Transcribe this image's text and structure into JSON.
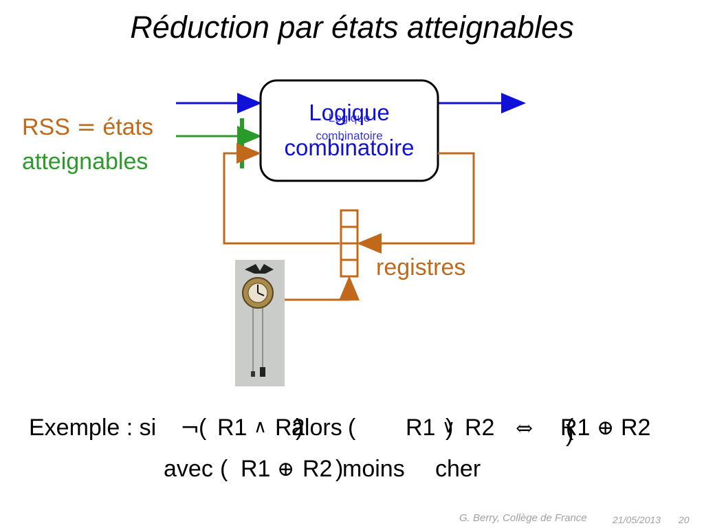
{
  "title": "Réduction par états atteignables",
  "rss_label": {
    "prefix": "RSS",
    "equals": "=",
    "line1_rest": "états",
    "line2": "atteignables"
  },
  "logic_block": {
    "line1": "Logique",
    "line2": "combinatoire"
  },
  "registers_label": "registres",
  "example": {
    "line1": {
      "lead": "Exemple : si",
      "not": "¬",
      "open1": "(",
      "r1a": "R1",
      "and": "∧",
      "r2a": "R2",
      "close1": ")",
      "alors": "alors",
      "open2": "(",
      "r1b": "R1",
      "or": "∨",
      "r2b": "R2",
      "close2": ")",
      "equiv": "⇔",
      "open3": "(",
      "r1c": "R1",
      "xor": "⊕",
      "r2c": "R2",
      "close3": ")"
    },
    "line2": {
      "avec": "avec",
      "open": "(",
      "r1": "R1",
      "xor": "⊕",
      "r2": "R2",
      "close": ")",
      "moins": "moins",
      "cher": "cher"
    }
  },
  "footer": {
    "credit": "G. Berry, Collège de France",
    "date": "21/05/2013",
    "page": "20"
  },
  "colors": {
    "blue": "#1010d8",
    "green": "#2a9a2a",
    "orange": "#c0691a",
    "black": "#000000",
    "gray": "#a0a0a0"
  }
}
